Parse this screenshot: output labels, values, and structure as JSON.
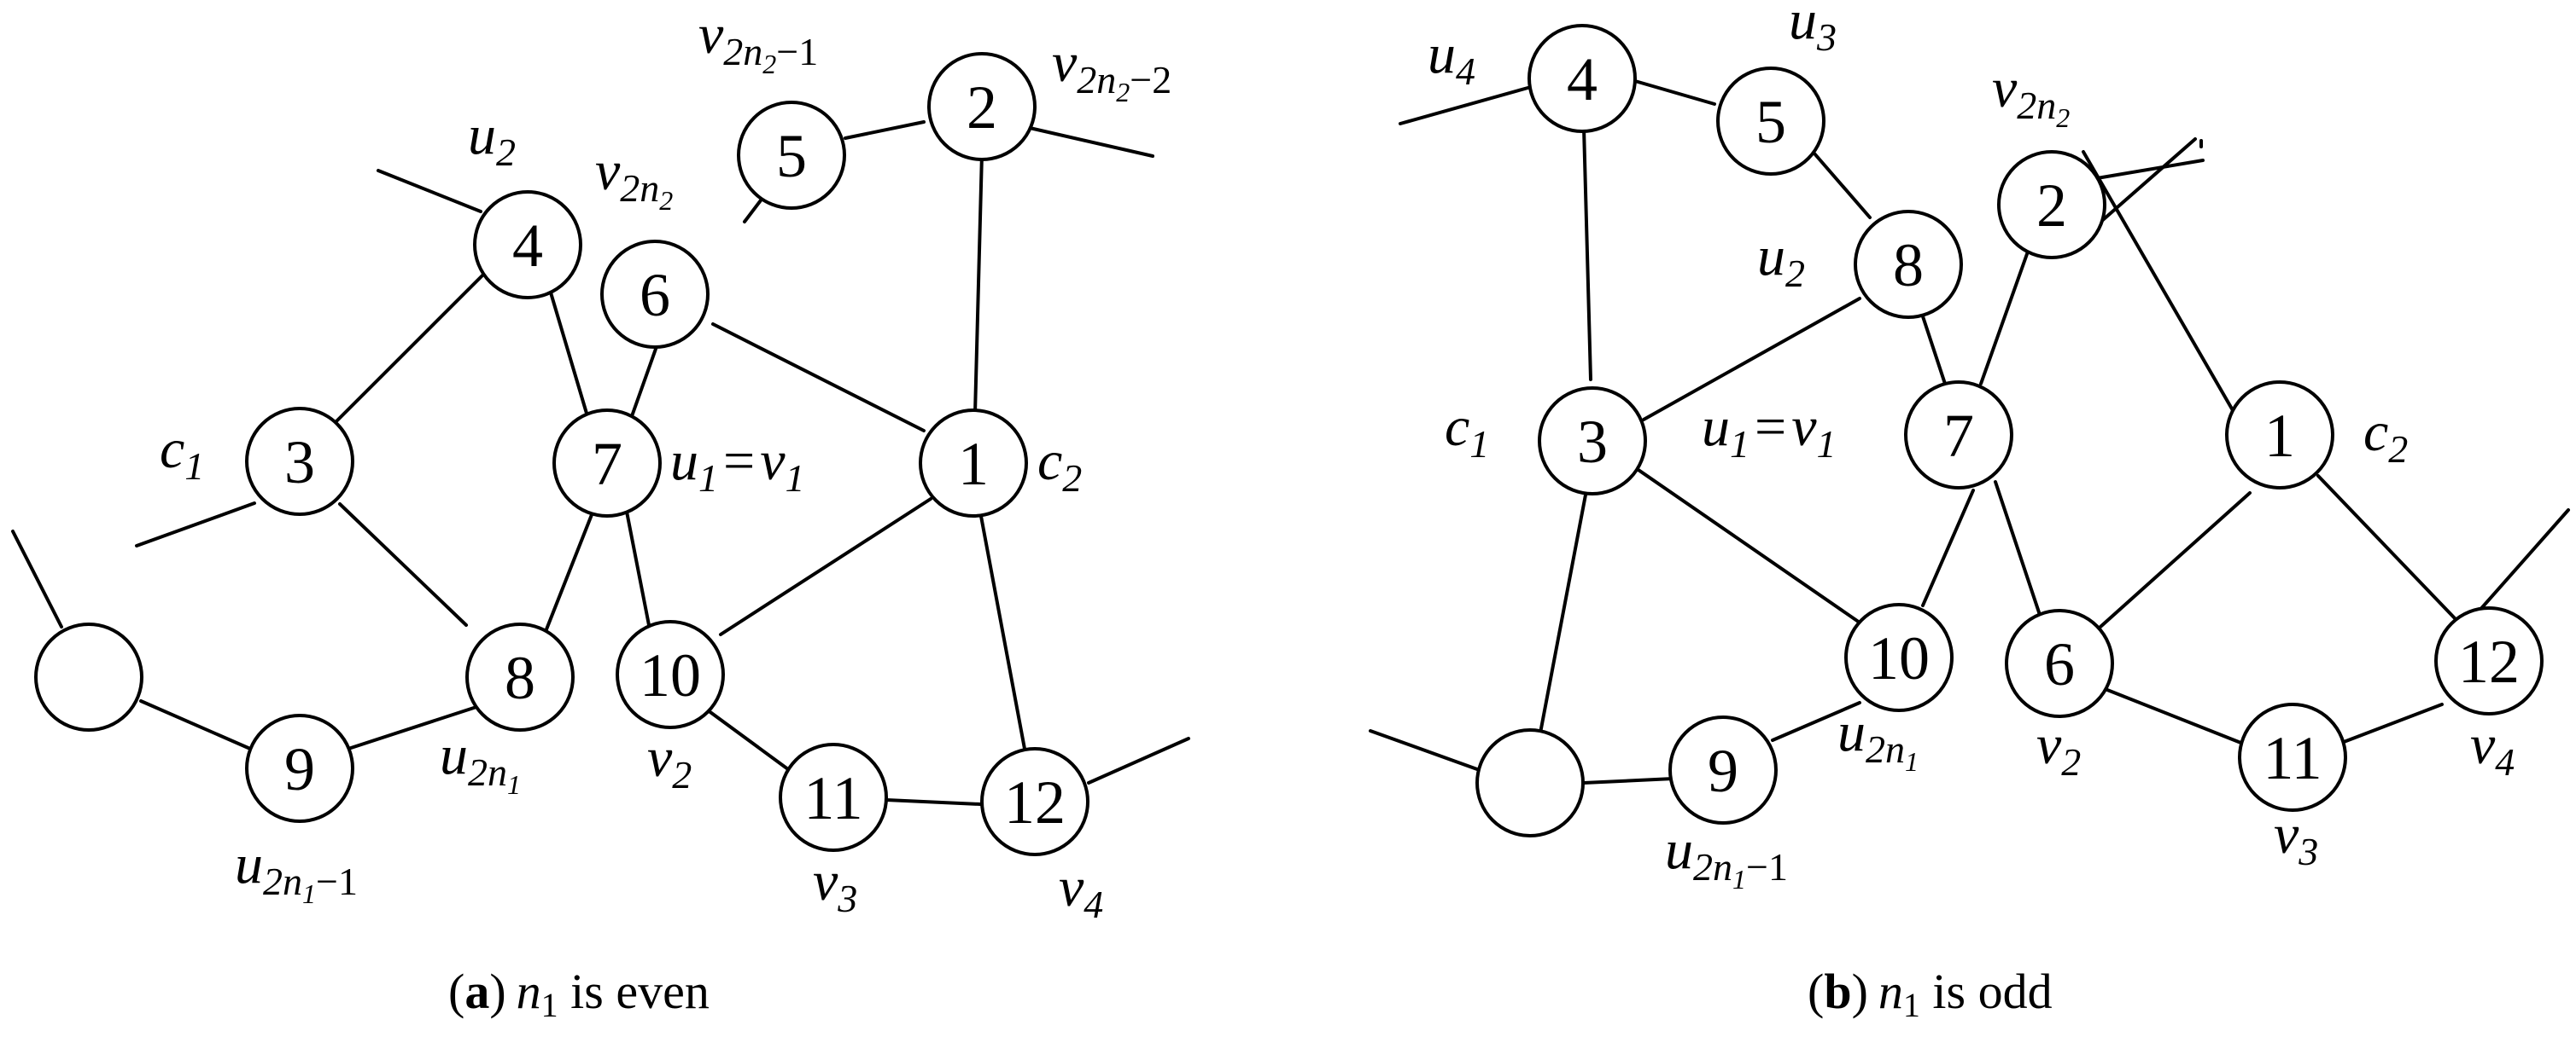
{
  "panels": [
    {
      "id": "a",
      "caption": {
        "open": "(",
        "letter": "a",
        "close": ")",
        "var": "n",
        "var_sub": "1",
        "text": " is even"
      },
      "vertices": [
        "3",
        "4",
        "6",
        "5",
        "2",
        "7",
        "1",
        "8",
        "9",
        "10",
        "11",
        "12"
      ],
      "labels": {
        "u2": {
          "base": "u",
          "sub": "2"
        },
        "v2n2m1": {
          "base": "v",
          "sub": "2n",
          "subsub": "2",
          "tail": "−1"
        },
        "v2n2m2": {
          "base": "v",
          "sub": "2n",
          "subsub": "2",
          "tail": "−2"
        },
        "v2n2": {
          "base": "v",
          "sub": "2n",
          "subsub": "2"
        },
        "c1": {
          "base": "c",
          "sub": "1"
        },
        "c2": {
          "base": "c",
          "sub": "2"
        },
        "u1v1": {
          "base1": "u",
          "sub1": "1",
          "eq": "=",
          "base2": "v",
          "sub2": "1"
        },
        "u2n1": {
          "base": "u",
          "sub": "2n",
          "subsub": "1"
        },
        "u2n1m1": {
          "base": "u",
          "sub": "2n",
          "subsub": "1",
          "tail": "−1"
        },
        "v2": {
          "base": "v",
          "sub": "2"
        },
        "v3": {
          "base": "v",
          "sub": "3"
        },
        "v4": {
          "base": "v",
          "sub": "4"
        }
      }
    },
    {
      "id": "b",
      "caption": {
        "open": "(",
        "letter": "b",
        "close": ")",
        "var": "n",
        "var_sub": "1",
        "text": " is odd"
      },
      "vertices": [
        "4",
        "5",
        "8",
        "2",
        "3",
        "7",
        "1",
        "10",
        "6",
        "12",
        "11",
        "9"
      ],
      "labels": {
        "u4": {
          "base": "u",
          "sub": "4"
        },
        "u3": {
          "base": "u",
          "sub": "3"
        },
        "v2n2": {
          "base": "v",
          "sub": "2n",
          "subsub": "2"
        },
        "u2": {
          "base": "u",
          "sub": "2"
        },
        "c1": {
          "base": "c",
          "sub": "1"
        },
        "u1v1": {
          "base1": "u",
          "sub1": "1",
          "eq": "=",
          "base2": "v",
          "sub2": "1"
        },
        "c2": {
          "base": "c",
          "sub": "2"
        },
        "u2n1": {
          "base": "u",
          "sub": "2n",
          "subsub": "1"
        },
        "v2": {
          "base": "v",
          "sub": "2"
        },
        "v4": {
          "base": "v",
          "sub": "4"
        },
        "v3": {
          "base": "v",
          "sub": "3"
        },
        "u2n1m1": {
          "base": "u",
          "sub": "2n",
          "subsub": "1",
          "tail": "−1"
        }
      }
    }
  ]
}
